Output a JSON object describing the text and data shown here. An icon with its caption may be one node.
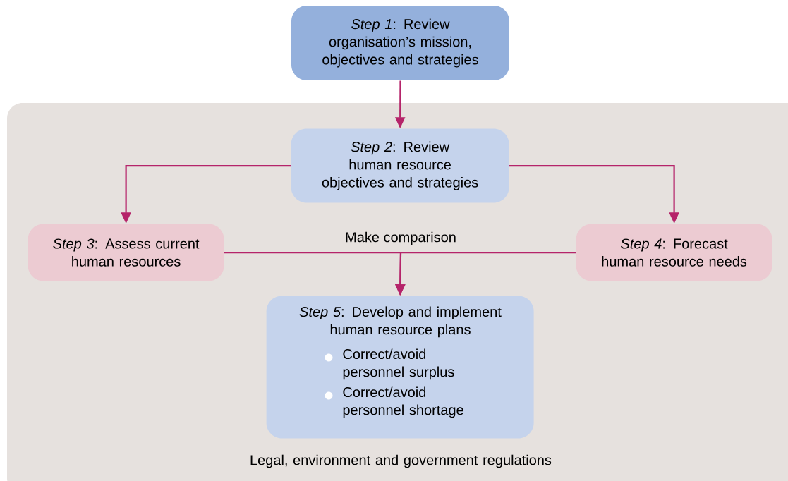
{
  "diagram": {
    "nodes": [
      {
        "text": [
          "*Step 1*: Review organisation’s mission, objectives and strategies"
        ]
      },
      {
        "text": [
          "Legal, environment and government regulations"
        ]
      },
      {
        "text": [
          "*Step 2*: Review human resource objectives and strategies"
        ],
        "in": 1
      },
      {
        "text": [
          "*Step 3*: Assess current human resources"
        ],
        "in": 1
      },
      {
        "text": [
          "*Step 4*: Forecast human resource needs"
        ],
        "in": 1
      },
      {
        "text": [
          "*Step 5*: Develop and implement human resource plans",
          "Correct/avoid personnel surplus",
          "Correct/avoid personnel shortage"
        ],
        "in": 1
      }
    ],
    "edges": [
      {
        "from": 0,
        "to": 2,
        "arrow": "to"
      },
      {
        "from": 2,
        "to": 3,
        "arrow": "to"
      },
      {
        "from": 2,
        "to": 4,
        "arrow": "to"
      },
      {
        "from": 3,
        "to": 5,
        "arrow": "to",
        "label": "Make comparison"
      },
      {
        "from": 4,
        "to": 5,
        "arrow": "to"
      }
    ]
  }
}
